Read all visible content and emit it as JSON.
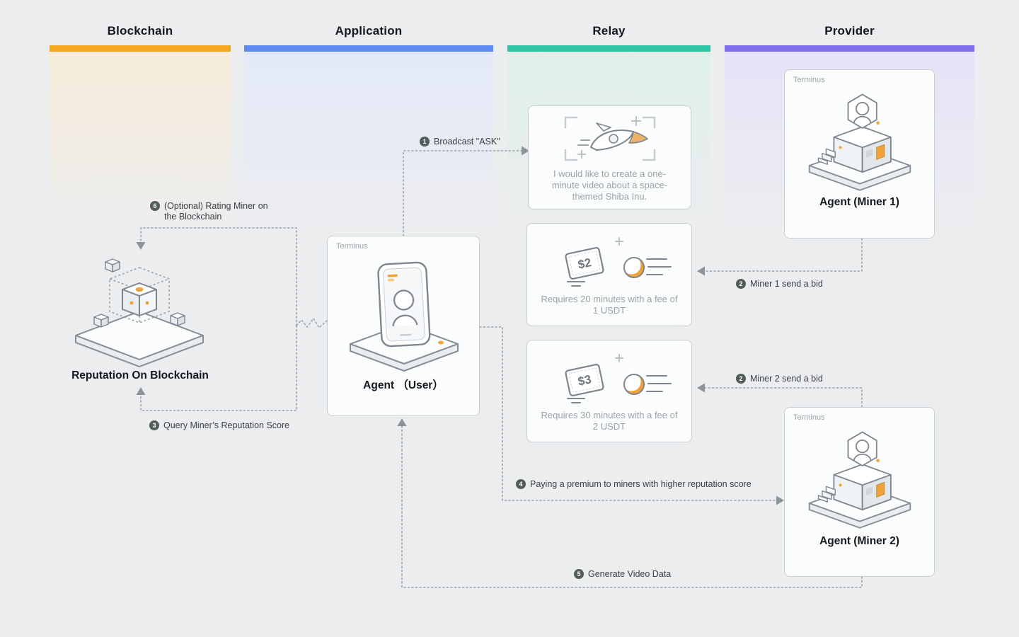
{
  "columns": [
    {
      "label": "Blockchain",
      "bar_color": "#F5A623",
      "tint": "#f6ecd9"
    },
    {
      "label": "Application",
      "bar_color": "#5D8BEF",
      "tint": "#e3e9f8"
    },
    {
      "label": "Relay",
      "bar_color": "#30C5A4",
      "tint": "#dff0ea"
    },
    {
      "label": "Provider",
      "bar_color": "#8070F0",
      "tint": "#e6e3f8"
    }
  ],
  "nodes": {
    "reputation": {
      "label": "Reputation On Blockchain"
    },
    "agent_user": {
      "badge": "Terminus",
      "label": "Agent （User）"
    },
    "ask_card": {
      "text": "I would like to create a one-minute video about a space-themed Shiba Inu."
    },
    "bid_card_1": {
      "price": "$2",
      "text": "Requires 20 minutes with a fee of 1 USDT"
    },
    "bid_card_2": {
      "price": "$3",
      "text": "Requires 30 minutes with a fee of 2 USDT"
    },
    "miner_1": {
      "badge": "Terminus",
      "label": "Agent (Miner 1)"
    },
    "miner_2": {
      "badge": "Terminus",
      "label": "Agent (Miner 2)"
    }
  },
  "flows": [
    {
      "step": "1",
      "label": "Broadcast \"ASK\""
    },
    {
      "step": "2",
      "label": "Miner 1 send a bid"
    },
    {
      "step": "2",
      "label": "Miner 2 send a bid"
    },
    {
      "step": "3",
      "label": "Query Miner’s Reputation Score"
    },
    {
      "step": "4",
      "label": "Paying a premium to miners with higher reputation score"
    },
    {
      "step": "5",
      "label": "Generate Video Data"
    },
    {
      "step": "6",
      "label": "(Optional) Rating Miner on the Blockchain"
    }
  ],
  "connector_color": "#9AA2A8",
  "badge_color": "#515D58"
}
